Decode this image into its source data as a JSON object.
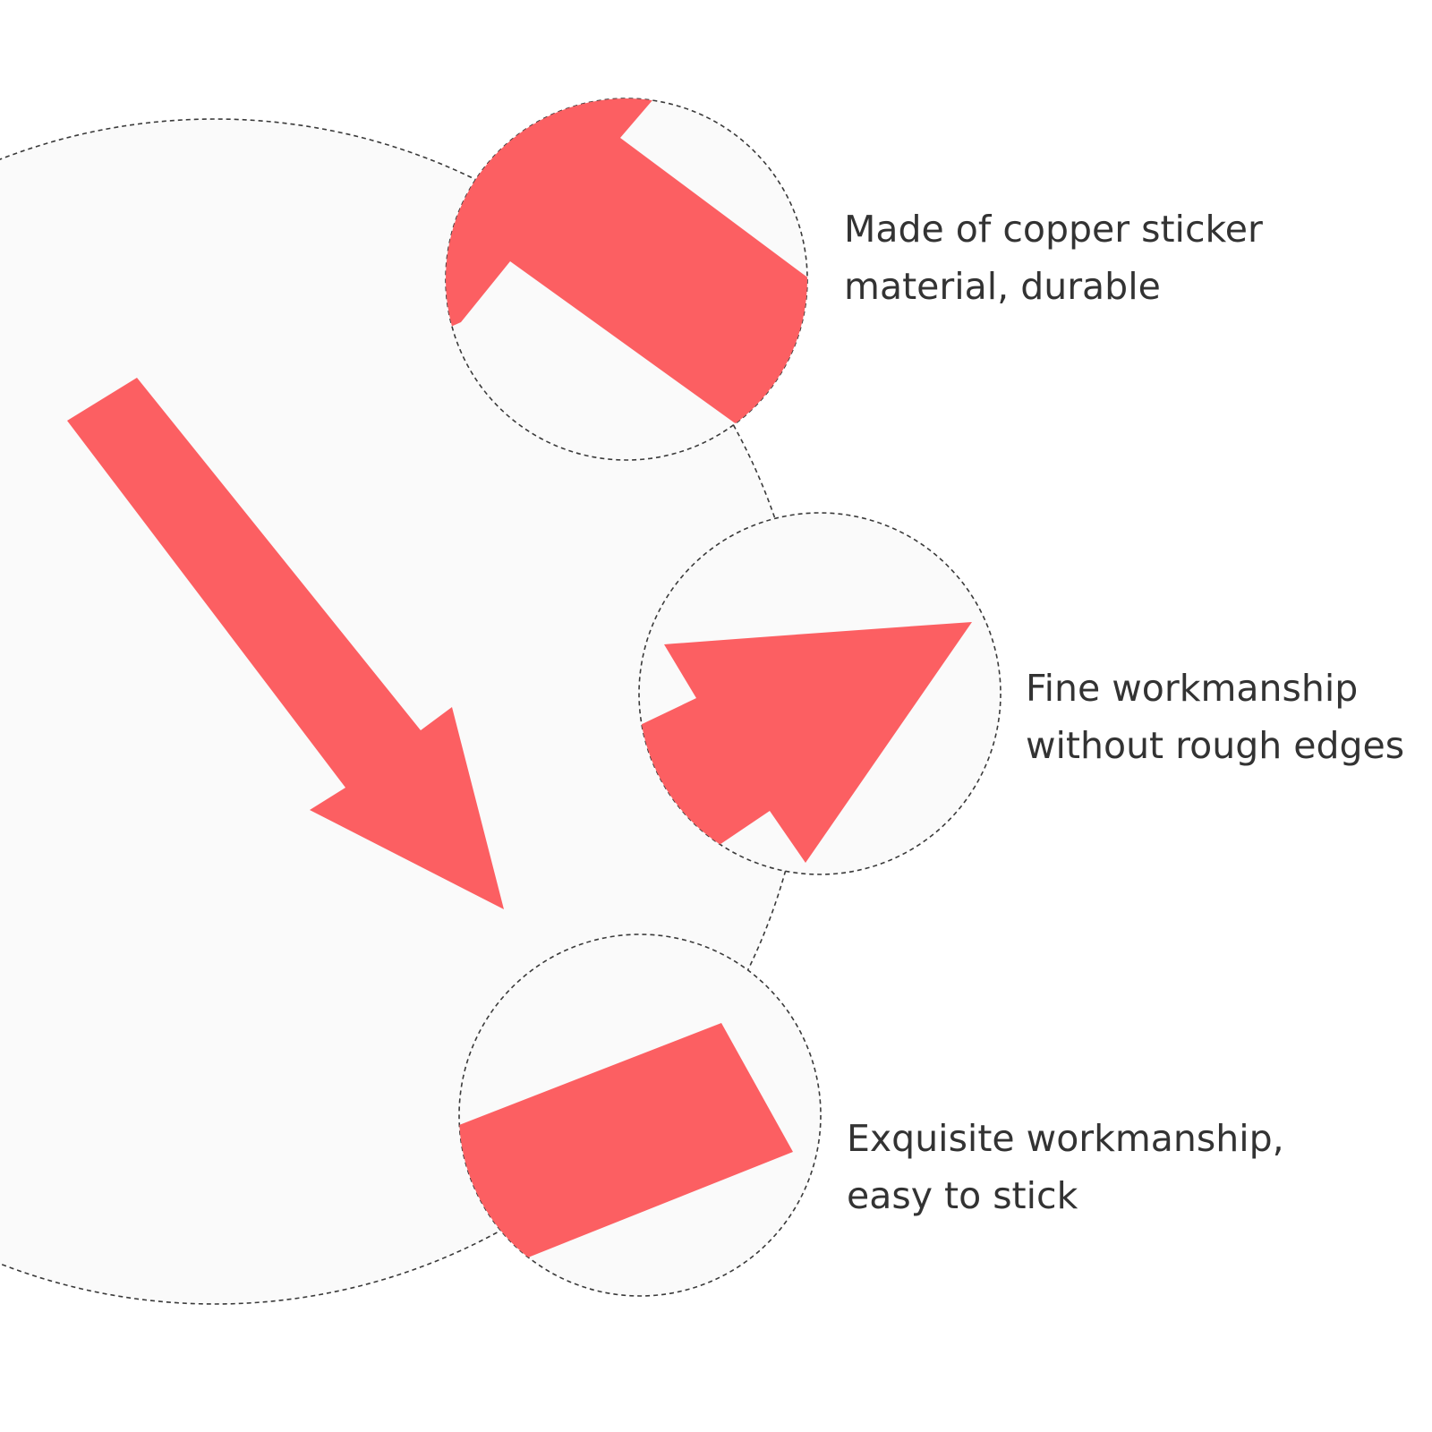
{
  "colors": {
    "background": "#ffffff",
    "circle_fill": "#fafafa",
    "dashed_outline": "#3a3a3a",
    "arrow_red": "#fc5f62",
    "text": "#333333"
  },
  "features": [
    {
      "line1": "Made of copper sticker",
      "line2": "material, durable"
    },
    {
      "line1": "Fine workmanship",
      "line2": "without rough edges"
    },
    {
      "line1": "Exquisite workmanship,",
      "line2": "easy to stick"
    }
  ]
}
